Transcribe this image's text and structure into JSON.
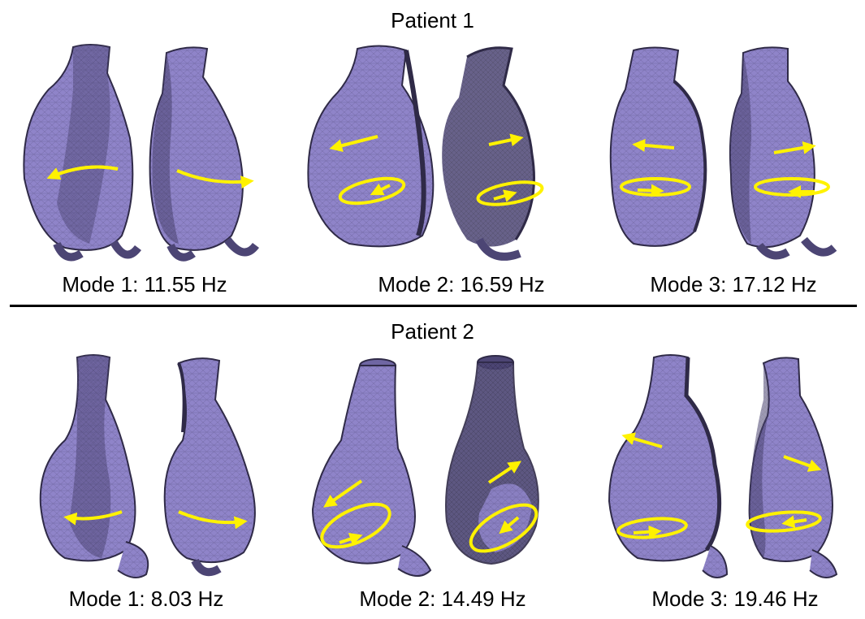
{
  "colors": {
    "mesh_fill": "#8f84c9",
    "mesh_dark": "#5b5389",
    "mesh_shadow": "#2f2a47",
    "arrow": "#fff200",
    "divider": "#000000"
  },
  "patients": [
    {
      "title": "Patient 1",
      "modes": [
        {
          "label": "Mode 1: 11.55 Hz"
        },
        {
          "label": "Mode 2: 16.59 Hz"
        },
        {
          "label": "Mode 3: 17.12 Hz"
        }
      ]
    },
    {
      "title": "Patient 2",
      "modes": [
        {
          "label": "Mode 1: 8.03 Hz"
        },
        {
          "label": "Mode 2: 14.49 Hz"
        },
        {
          "label": "Mode 3: 19.46 Hz"
        }
      ]
    }
  ]
}
